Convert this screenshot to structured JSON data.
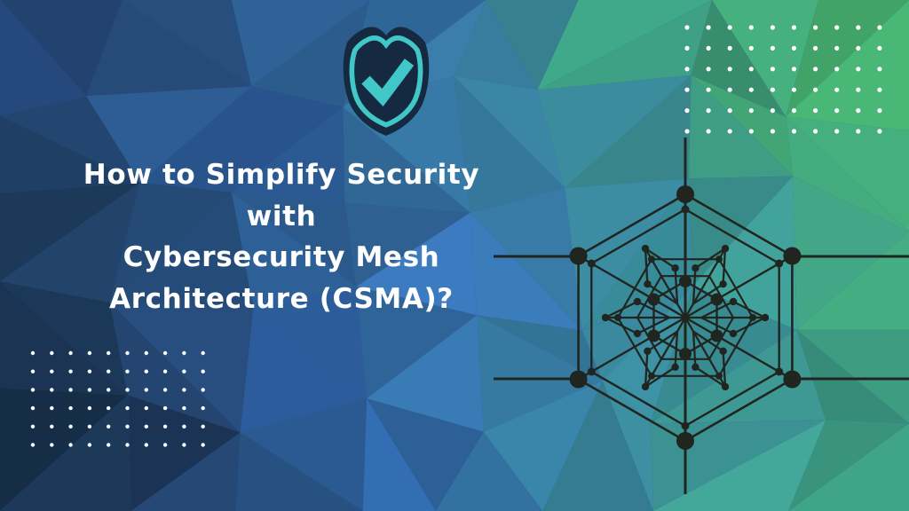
{
  "banner": {
    "title_lines": [
      "How to Simplify Security with",
      "Cybersecurity Mesh",
      "Architecture (CSMA)?"
    ]
  },
  "icons": {
    "shield_check": "shield-check-icon",
    "mesh_network": "mesh-network-graphic",
    "dot_grid": "dot-grid-pattern"
  },
  "colors": {
    "title_text": "#ffffff",
    "shield_body": "#152940",
    "shield_accent": "#41c7c7",
    "mesh_line": "#20251f",
    "dot_color": "#ffffff",
    "bg_corner_dark": "#0a1322",
    "bg_navy": "#1d3a63",
    "bg_blue": "#2f62ae",
    "bg_bright_blue": "#3a6fc4",
    "bg_teal": "#3a92a0",
    "bg_green": "#42aa6c",
    "bg_bright_green": "#4ec257"
  },
  "decorations": {
    "dot_grid_top_right": {
      "cols": 10,
      "rows": 6
    },
    "dot_grid_bottom_left": {
      "cols": 10,
      "rows": 6
    }
  }
}
